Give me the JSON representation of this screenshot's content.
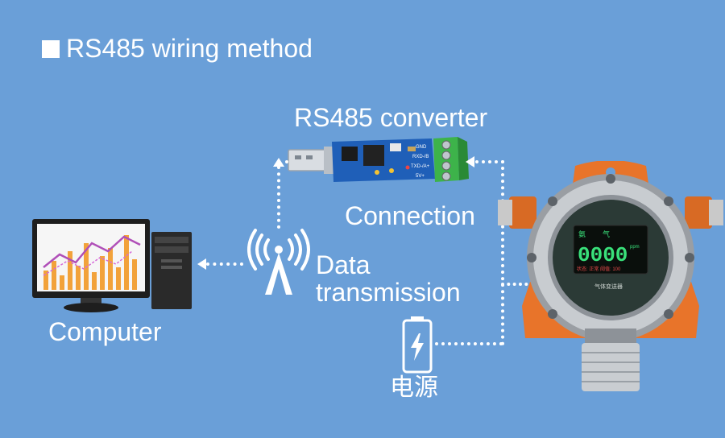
{
  "title": "RS485 wiring method",
  "labels": {
    "converter": "RS485 converter",
    "connection": "Connection",
    "data_transmission_line1": "Data",
    "data_transmission_line2": "transmission",
    "computer": "Computer",
    "power": "电源"
  },
  "converter_board": {
    "terminals": [
      "GND",
      "RXD-/B",
      "TXD-/A+",
      "5V+"
    ]
  },
  "detector_display": {
    "header_left": "氨",
    "header_mid": "气",
    "reading": "0000",
    "unit": "ppm",
    "status": "状态: 正常 阈值: 100",
    "brand": "气体变送器"
  },
  "colors": {
    "background": "#6a9fd8",
    "detector_orange": "#e8742a",
    "display_green": "#39e07a",
    "board_blue": "#1f5fb8",
    "terminal_green": "#3db34a"
  }
}
